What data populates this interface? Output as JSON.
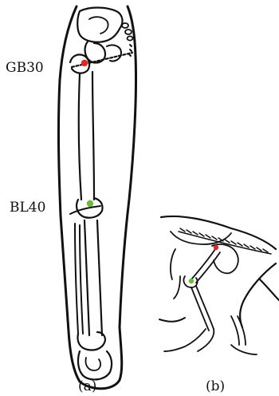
{
  "labels": {
    "gb30": "GB30",
    "bl40": "BL40",
    "panel_a": "(a)",
    "panel_b": "(b)"
  },
  "points": {
    "gb30_color": "#e0282b",
    "bl40_color": "#6cbb3c"
  }
}
